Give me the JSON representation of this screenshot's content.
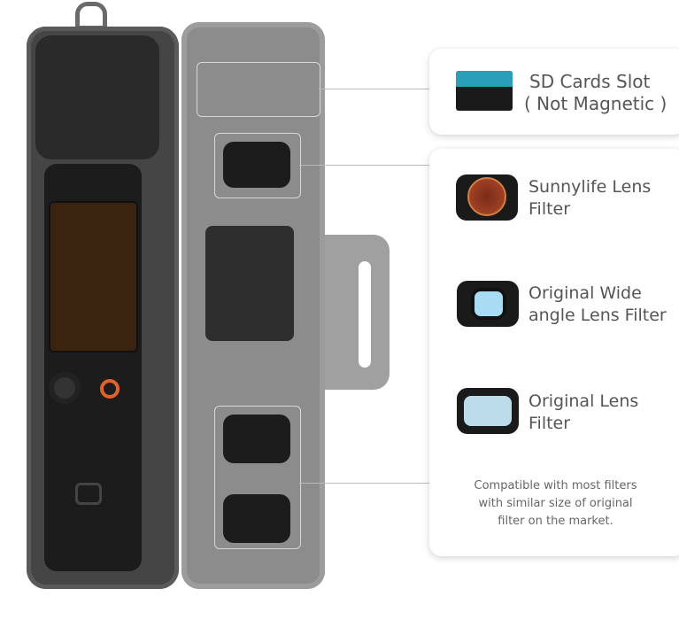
{
  "callouts": {
    "sd": {
      "line1": "SD Cards Slot",
      "line2": "( Not Magnetic )",
      "icon": "sd-card-icon"
    },
    "sunnylife": {
      "line1": "Sunnylife Lens",
      "line2": "Filter",
      "icon": "nd-filter-icon"
    },
    "wide": {
      "line1": "Original Wide",
      "line2": "angle Lens Filter",
      "icon": "wide-angle-filter-icon"
    },
    "original": {
      "line1": "Original Lens",
      "line2": "Filter",
      "icon": "lens-filter-icon"
    },
    "note": {
      "line1": "Compatible with most filters",
      "line2": "with similar size of original",
      "line3": "filter on the market."
    }
  },
  "colors": {
    "accent": "#e0642a",
    "case": "#454545",
    "lid": "#8c8c8c"
  }
}
